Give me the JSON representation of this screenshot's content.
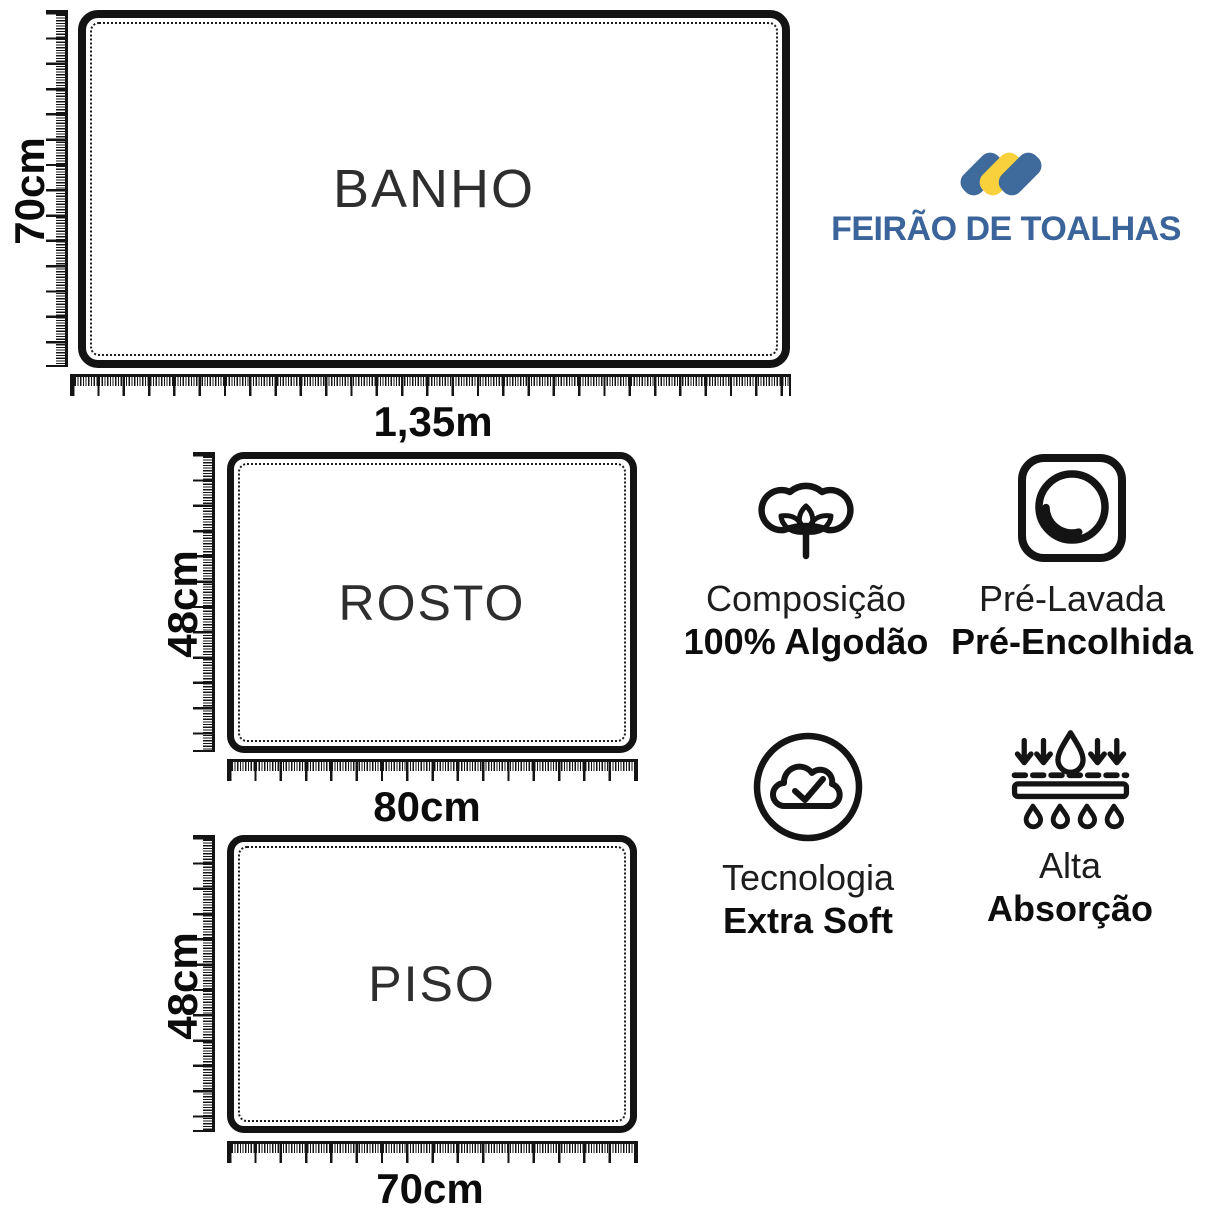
{
  "brand": {
    "name": "FEIRÃO DE TOALHAS",
    "colors": {
      "blue": "#3E6A9C",
      "yellow": "#F8D13D",
      "text_blue": "#3B659A"
    }
  },
  "towels": [
    {
      "label": "BANHO",
      "width_label": "1,35m",
      "height_label": "70cm"
    },
    {
      "label": "ROSTO",
      "width_label": "80cm",
      "height_label": "48cm"
    },
    {
      "label": "PISO",
      "width_label": "70cm",
      "height_label": "48cm"
    }
  ],
  "features": [
    {
      "icon": "cotton-icon",
      "line1": "Composição",
      "line2": "100% Algodão"
    },
    {
      "icon": "washing-machine-icon",
      "line1": "Pré-Lavada",
      "line2": "Pré-Encolhida"
    },
    {
      "icon": "cloud-check-icon",
      "line1": "Tecnologia",
      "line2": "Extra Soft"
    },
    {
      "icon": "absorption-icon",
      "line1": "Alta",
      "line2": "Absorção"
    }
  ]
}
